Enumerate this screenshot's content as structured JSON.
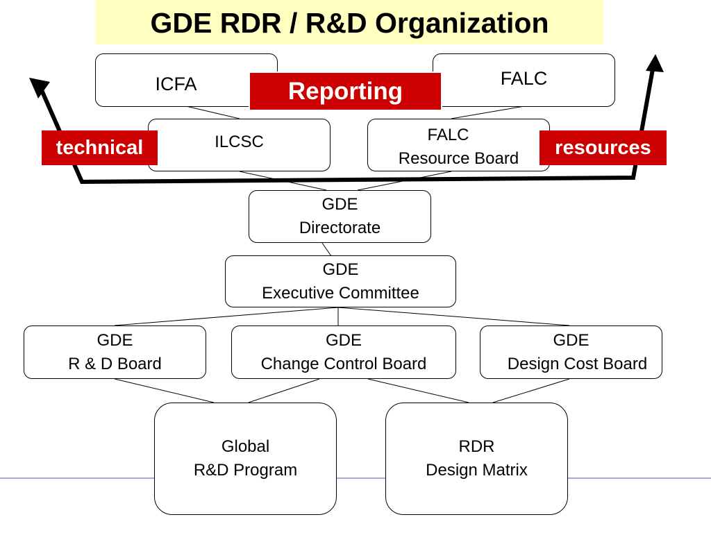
{
  "title": "GDE RDR / R&D Organization",
  "boxes": {
    "icfa": "ICFA",
    "falc": "FALC",
    "ilcsc": "ILCSC",
    "falc_rb": {
      "line1": "FALC",
      "line2": "Resource Board"
    },
    "directorate": {
      "line1": "GDE",
      "line2": "Directorate"
    },
    "exec": {
      "line1": "GDE",
      "line2": "Executive Committee"
    },
    "rd_board": {
      "line1": "GDE",
      "line2": "R & D Board"
    },
    "ccb": {
      "line1": "GDE",
      "line2": "Change Control Board"
    },
    "dcb": {
      "line1": "GDE",
      "line2": "Design Cost Board"
    },
    "global": {
      "line1": "Global",
      "line2": "R&D Program"
    },
    "rdr": {
      "line1": "RDR",
      "line2": "Design Matrix"
    }
  },
  "labels": {
    "reporting": "Reporting",
    "technical": "technical",
    "resources": "resources"
  },
  "colors": {
    "label_red": "#cc0000",
    "title_band": "#ffffc0",
    "footer_line": "#a8a8c8"
  }
}
